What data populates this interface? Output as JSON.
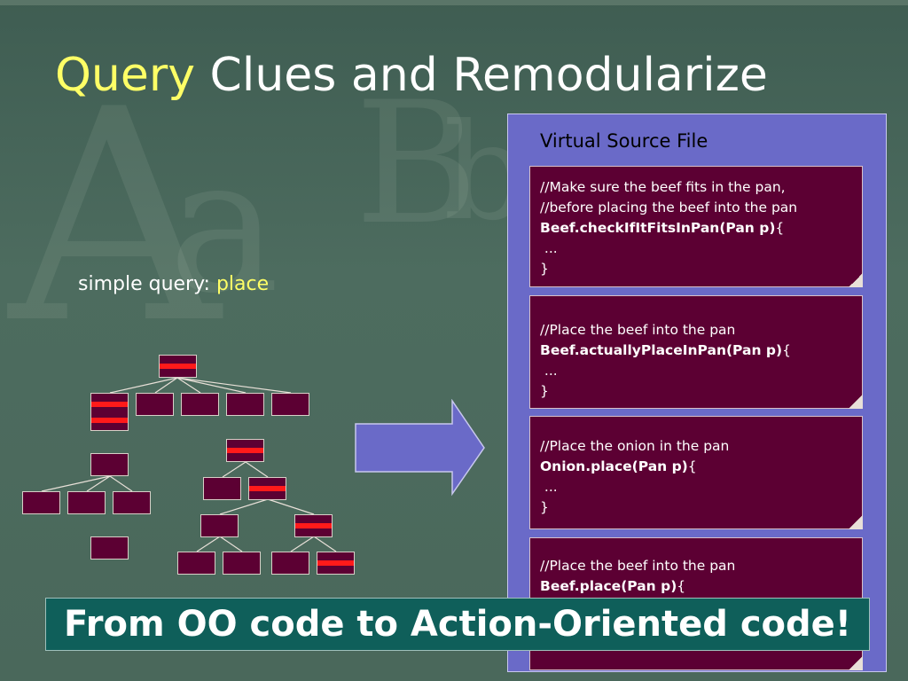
{
  "title": {
    "highlight": "Query",
    "rest": " Clues and Remodularize"
  },
  "query": {
    "prefix": "simple query: ",
    "term": "place"
  },
  "panel": {
    "title": "Virtual Source File",
    "boxes": [
      {
        "lines": [
          {
            "text": "//Make sure the beef fits in the pan,",
            "bold": false
          },
          {
            "text": "//before placing the beef into the pan",
            "bold": false
          },
          {
            "text": "Beef.checkIfItFitsInPan(Pan p)",
            "bold": true,
            "suffix": "{"
          },
          {
            "text": " ...",
            "bold": false
          },
          {
            "text": "}",
            "bold": false
          }
        ]
      },
      {
        "lines": [
          {
            "text": "//Place the beef into the pan",
            "bold": false
          },
          {
            "text": "Beef.actuallyPlaceInPan(Pan p)",
            "bold": true,
            "suffix": "{"
          },
          {
            "text": " ...",
            "bold": false
          },
          {
            "text": "}",
            "bold": false
          }
        ]
      },
      {
        "lines": [
          {
            "text": "//Place the onion in the pan",
            "bold": false
          },
          {
            "text": "Onion.place(Pan p)",
            "bold": true,
            "suffix": "{"
          },
          {
            "text": " ...",
            "bold": false
          },
          {
            "text": "}",
            "bold": false
          }
        ]
      },
      {
        "lines": [
          {
            "text": "//Place the beef into the pan",
            "bold": false
          },
          {
            "text": "Beef.place(Pan p)",
            "bold": true,
            "suffix": "{"
          },
          {
            "text": " ...",
            "bold": false
          },
          {
            "text": "}",
            "bold": false
          }
        ]
      }
    ]
  },
  "banner": "From OO code to Action-Oriented code!",
  "colors": {
    "background": "#4c6b5e",
    "highlight": "#ffff66",
    "node": "#5c0033",
    "match_mark": "#ff1a1a",
    "panel": "#6a6ac8",
    "banner": "#0f5f5a"
  }
}
